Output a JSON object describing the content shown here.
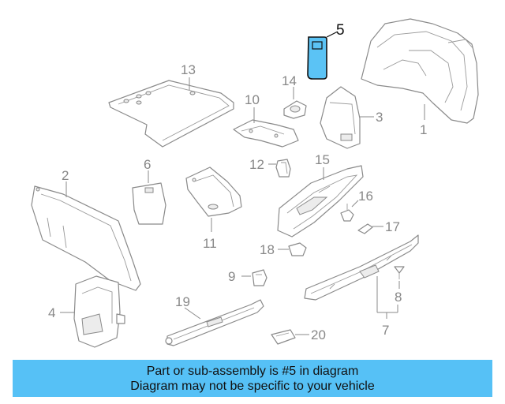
{
  "diagram": {
    "highlighted_part": "5",
    "callouts": [
      "1",
      "2",
      "3",
      "4",
      "5",
      "6",
      "7",
      "8",
      "9",
      "10",
      "11",
      "12",
      "13",
      "14",
      "15",
      "16",
      "17",
      "18",
      "19",
      "20"
    ]
  },
  "banner": {
    "line1": "Part or sub-assembly is #5 in diagram",
    "line2": "Diagram may not be specific to your vehicle"
  },
  "colors": {
    "highlight": "#5bc3f5",
    "banner": "#56c1f6",
    "line_art": "#8a8a8a"
  }
}
